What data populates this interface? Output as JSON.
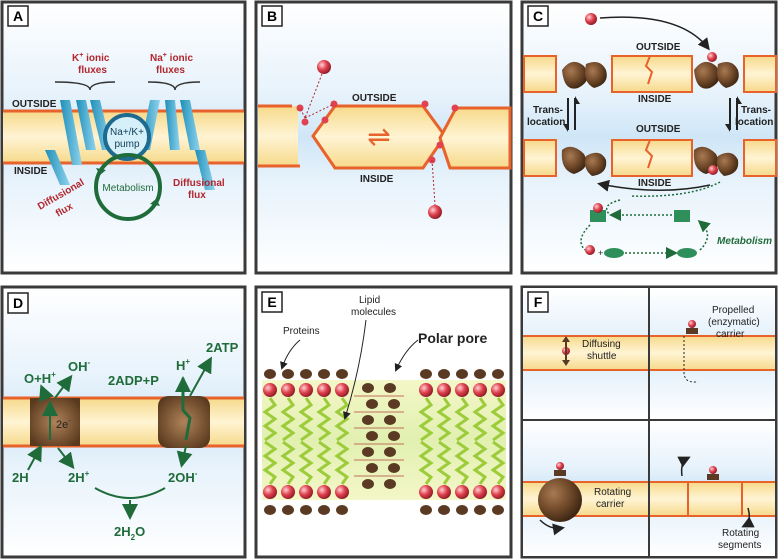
{
  "colors": {
    "frame": "#3a3a3a",
    "water_top": "#ffffff",
    "water_mid": "#d6eaf8",
    "membrane_fill": "#fbe8b0",
    "membrane_edge": "#e8622c",
    "red_label": "#b3262e",
    "green_label": "#1f6b3a",
    "ion": "#e0424f",
    "protein_brown": "#5a3a22"
  },
  "panels": {
    "A": {
      "letter": "A",
      "outside": "OUTSIDE",
      "inside": "INSIDE",
      "k_flux_1": "K",
      "k_flux_sup": "+",
      "k_flux_2": " ionic",
      "k_flux_3": "fluxes",
      "na_flux_1": "Na",
      "na_flux_sup": "+",
      "na_flux_2": " ionic",
      "na_flux_3": "fluxes",
      "pump_1": "Na+/K+",
      "pump_2": "pump",
      "metabolism": "Metabolism",
      "diff_left_1": "Diffusional",
      "diff_left_2": "flux",
      "diff_right_1": "Diffusional",
      "diff_right_2": "flux"
    },
    "B": {
      "letter": "B",
      "outside": "OUTSIDE",
      "inside": "INSIDE",
      "equilibrium": "⇌"
    },
    "C": {
      "letter": "C",
      "outside_1": "OUTSIDE",
      "inside_1": "INSIDE",
      "outside_2": "OUTSIDE",
      "inside_2": "INSIDE",
      "trans_left_1": "Trans-",
      "trans_left_2": "location",
      "trans_right_1": "Trans-",
      "trans_right_2": "location",
      "metabolism": "Metabolism",
      "plus": "+"
    },
    "D": {
      "letter": "D",
      "o_h": "O+H",
      "o_h_sup": "+",
      "oh": "OH",
      "oh_sup": "-",
      "two_e": "2e",
      "two_e_sup": "-",
      "two_h": "2H",
      "two_h_plus": "2H",
      "two_h_plus_sup": "+",
      "adp": "2ADP+P",
      "h_plus": "H",
      "h_plus_sup": "+",
      "atp": "2ATP",
      "two_oh": "2OH",
      "two_oh_sup": "-",
      "water_1": "2H",
      "water_sub": "2",
      "water_2": "O"
    },
    "E": {
      "letter": "E",
      "proteins": "Proteins",
      "lipid_1": "Lipid",
      "lipid_2": "molecules",
      "polar_pore": "Polar pore"
    },
    "F": {
      "letter": "F",
      "diffusing_1": "Diffusing",
      "diffusing_2": "shuttle",
      "propelled_1": "Propelled",
      "propelled_2": "(enzymatic)",
      "propelled_3": "carrier",
      "rotating_carrier_1": "Rotating",
      "rotating_carrier_2": "carrier",
      "rotating_segments_1": "Rotating",
      "rotating_segments_2": "segments"
    }
  }
}
